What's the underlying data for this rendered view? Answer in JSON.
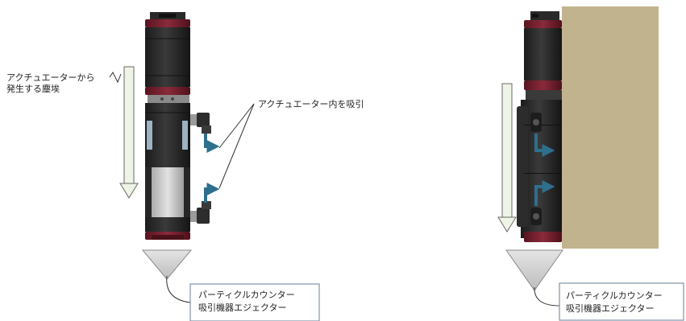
{
  "left_panel": {
    "dust_label_line1": "アクチュエーターから",
    "dust_label_line2": "発生する塵埃",
    "suction_label": "アクチュエーター内を吸引",
    "counter_label_line1": "パーティクルカウンター",
    "counter_label_line2": "吸引機器エジェクター"
  },
  "right_panel": {
    "counter_label_line1": "パーティクルカウンター",
    "counter_label_line2": "吸引機器エジェクター"
  },
  "colors": {
    "actuator_body": "#2e2e2e",
    "end_cap": "#7a1f2e",
    "slider": "#c9c9c9",
    "airflow_arrow": "#2e6f8e",
    "motion_arrow_fill": "#eef4e6",
    "funnel": "#d8d8d8",
    "wall": "#c2b38f",
    "label_box_border": "#7f92a8"
  }
}
